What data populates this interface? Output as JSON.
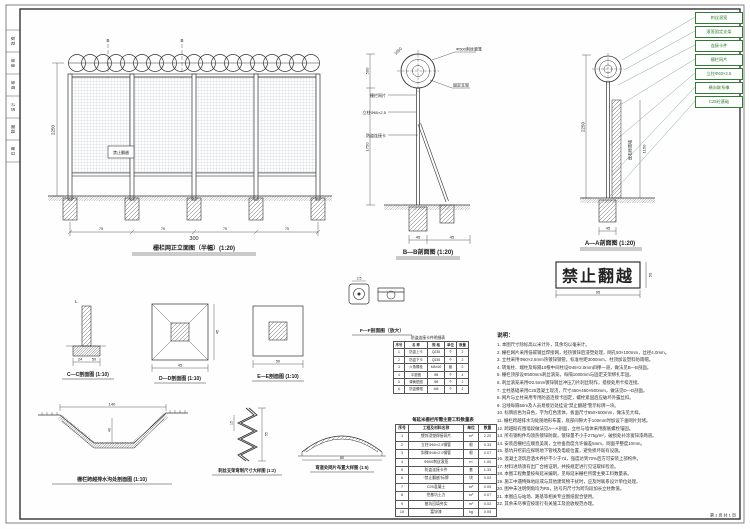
{
  "meta": {
    "page_label": "第 1 页 共 1 页"
  },
  "captions": {
    "elevation": "栅栏网正立面图（半幅）(1:20)",
    "section_b": "B—B剖面图 (1:20)",
    "section_a": "A—A剖面图 (1:20)",
    "detail_c": "C—C剖面图 (1:10)",
    "detail_d": "D—D剖面图 (1:10)",
    "detail_e": "E—E剖面图 (1:10)",
    "detail_f": "F—F剖面图（放大）",
    "ditch": "栅栏跨越排水沟处剖面图 (1:10)",
    "zigzag": "刺丝支架弯制尺寸大样图 (1:2)",
    "arc": "弯道处网片布置大样图 (1:5)"
  },
  "sign": {
    "text": "禁止翻越",
    "small": "禁止翻越",
    "dim_w": "95",
    "dim_h": "50"
  },
  "dims": {
    "elev_width": "300",
    "elev_bay": "75",
    "elev_height": "2250",
    "coil_dia": "1050",
    "b_height_upper": "500",
    "b_height_lower": "1750",
    "b_foot_1": "45",
    "b_foot_2": "45",
    "a_height": "2250",
    "a_wall": "1150",
    "a_foot": "45",
    "c_1": "24",
    "c_2": "50",
    "d_1": "45",
    "d_2": "45",
    "e_1": "50",
    "f_1": "2.5",
    "ditch_w": "140",
    "ditch_d": "40",
    "zig_pitch": "15",
    "zig_total": "55",
    "arc_w": "80"
  },
  "labels": {
    "b_leader_1": "栅栏网片",
    "b_leader_2": "立柱Φ60×2.5",
    "b_leader_3": "防盗连接卡",
    "b_leader_r1": "Φ500刺丝滚笼",
    "b_leader_r2": "固定支架",
    "a_wall_label": "既有砖围墙",
    "marker_b": "B",
    "marker_l": "L"
  },
  "callouts": [
    "刺丝滚笼",
    "滚笼固定支架",
    "连接卡件",
    "栅栏网片",
    "立柱Φ60×2.5",
    "横向联系撑",
    "C25砼基础"
  ],
  "parts_table": {
    "title": "防盗连接卡件明细表",
    "rows": [
      [
        "序号",
        "名 称",
        "规 格",
        "单位",
        "数量"
      ],
      [
        "1",
        "防盗上卡",
        "Q235",
        "个",
        "2"
      ],
      [
        "2",
        "防盗下卡",
        "Q235",
        "个",
        "2"
      ],
      [
        "3",
        "六角螺栓",
        "M8×60",
        "套",
        "2"
      ],
      [
        "4",
        "平垫圈",
        "Φ8",
        "个",
        "4"
      ],
      [
        "5",
        "弹簧垫圈",
        "Φ8",
        "个",
        "2"
      ],
      [
        "6",
        "防盗螺帽",
        "M8",
        "个",
        "2"
      ]
    ]
  },
  "materials_table": {
    "title": "每延米栅栏所需主要工料数量表",
    "rows": [
      [
        "序号",
        "工程及材料名称",
        "单位",
        "数量"
      ],
      [
        "1",
        "镀锌浸塑焊接网片",
        "m²",
        "2.20"
      ],
      [
        "2",
        "立柱Φ60×2.5钢管",
        "根",
        "0.33"
      ],
      [
        "3",
        "斜撑Φ48×2.0钢管",
        "根",
        "0.07"
      ],
      [
        "4",
        "Φ500刺丝滚笼",
        "m",
        "1.00"
      ],
      [
        "5",
        "防盗连接卡件",
        "套",
        "1.33"
      ],
      [
        "6",
        "“禁止翻越”标牌",
        "块",
        "0.02"
      ],
      [
        "7",
        "C25混凝土",
        "m³",
        "0.05"
      ],
      [
        "8",
        "挖基坑土方",
        "m³",
        "0.07"
      ],
      [
        "9",
        "基坑回填夯实",
        "m³",
        "0.02"
      ],
      [
        "10",
        "富锌漆",
        "kg",
        "0.05"
      ]
    ]
  },
  "notes": {
    "title": "说明：",
    "body": "1. 本图尺寸除标高以米计外，其余均以毫米计。\n2. 栅栏网片采用低碳钢丝焊接网，经热镀锌后浸塑处理，网孔50×100mm，丝径4.0mm。\n3. 立柱采用Φ60×2.5mm热镀锌钢管，标准柱距3000mm，柱顶加设塑料防雨帽。\n4. 转角柱、端柱及每隔10根中间柱设Φ48×2.0mm斜撑一道，做法见B—B剖面。\n5. 栅栏顶部设Φ500mm刺丝滚笼，每隔1000mm与固定支架绑扎牢固。\n6. 刺丝滚笼采用Φ2.5mm镀锌钢丝冲压刀片刺丝制作，搭接处用卡扣连接。\n7. 立柱基础采用C25混凝土现浇，尺寸450×450×500mm，做法见D—D剖面。\n8. 网片与立柱采用专用防盗连接卡固定，螺栓紧固后应破坏外露丝扣。\n9. 沿线每隔50m及人员易接近处挂设“禁止翻越”警示标牌一块。\n10. 标牌底色为白色，字为红色黑体，板面尺寸950×500mm，做法见大样。\n11. 栅栏跨越排水沟处随地形布置，底部间隙大于100mm时加设下垂网片封堵。\n12. 跨越既有围墙段做法见A—A剖面，立柱与墙体采用膨胀螺栓锚固。\n13. 所有钢构件均须热镀锌防腐，镀锌量不小于275g/m²，破损处补涂富锌漆两道。\n14. 安装后栅栏应顺直美观，立柱垂直度允许偏差5mm，网面平整度10mm。\n15. 基坑开挖前应探明地下管线及电缆位置，避免损坏既有设施。\n16. 混凝土浇筑后洒水养护不少于7d，强度达到70%后方可安装上部构件。\n17. 材料进场须有出厂合格证明，并按规定进行见证取样检验。\n18. 本图工程数量按每延米编制，见每延米栅栏所需主要工料数量表。\n19. 施工中遇特殊地段或与其他建筑物干扰时，应及时联系设计单位处理。\n20. 图中未注明倒角均为R5，括号内尺寸为跨沟段加长立柱数值。\n21. 本图应与站场、路基等相关专业图纸配合使用。\n22. 其余未尽事宜按现行有关施工及验收规范办理。"
  },
  "title_strip": [
    "批 准",
    "审 核",
    "复 核",
    "设 计",
    "制 图",
    "日 期"
  ]
}
